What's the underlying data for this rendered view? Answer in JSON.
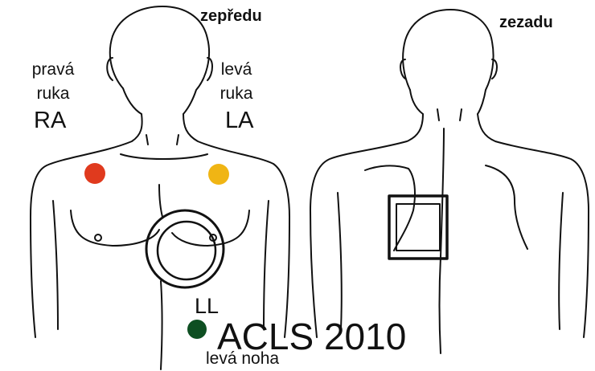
{
  "views": {
    "front": "zepředu",
    "back": "zezadu"
  },
  "electrodes": {
    "right_arm": {
      "line1": "pravá",
      "line2": "ruka",
      "code": "RA",
      "color": "#e03a1e"
    },
    "left_arm": {
      "line1": "levá",
      "line2": "ruka",
      "code": "LA",
      "color": "#f0b514"
    },
    "left_leg": {
      "code": "LL",
      "label": "levá noha",
      "color": "#0e4f22"
    }
  },
  "watermark": "ACLS  2010"
}
